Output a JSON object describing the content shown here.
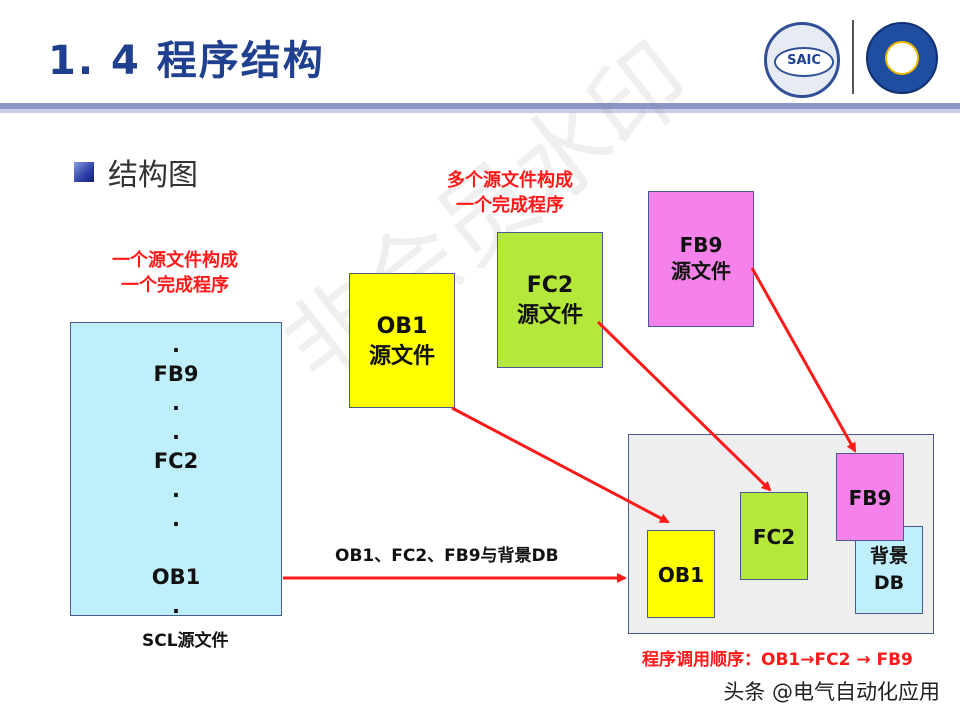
{
  "header": {
    "title": "1. 4  程序结构"
  },
  "logos": {
    "saic_text": "SAIC"
  },
  "section": {
    "title": "结构图"
  },
  "notes": {
    "single": [
      "一个源文件构成",
      "一个完成程序"
    ],
    "multi": [
      "多个源文件构成",
      "一个完成程序"
    ]
  },
  "scl_file": {
    "lines": [
      ".",
      "FB9",
      ".",
      ".",
      "FC2",
      ".",
      ".",
      "",
      "OB1",
      "."
    ],
    "caption": "SCL源文件"
  },
  "sources": {
    "ob1": {
      "name": "OB1",
      "sub": "源文件"
    },
    "fc2": {
      "name": "FC2",
      "sub": "源文件"
    },
    "fb9": {
      "name": "FB9",
      "sub": "源文件"
    }
  },
  "arrow_label": "OB1、FC2、FB9与背景DB",
  "program": {
    "ob1": "OB1",
    "fc2": "FC2",
    "fb9": "FB9",
    "db": [
      "背景",
      "DB"
    ]
  },
  "call_order": "程序调用顺序：OB1→FC2 → FB9",
  "watermark": "非会员水印",
  "footer": "头条 @电气自动化应用",
  "colors": {
    "title": "#1f3f8f",
    "note_red": "#ff1a1a",
    "arrow_red": "#ff1a1a",
    "scl_box": "#bfeffa",
    "ob1": "#ffff00",
    "fc2": "#b4e83a",
    "fb9": "#f582ea",
    "container": "#eeeeee"
  }
}
